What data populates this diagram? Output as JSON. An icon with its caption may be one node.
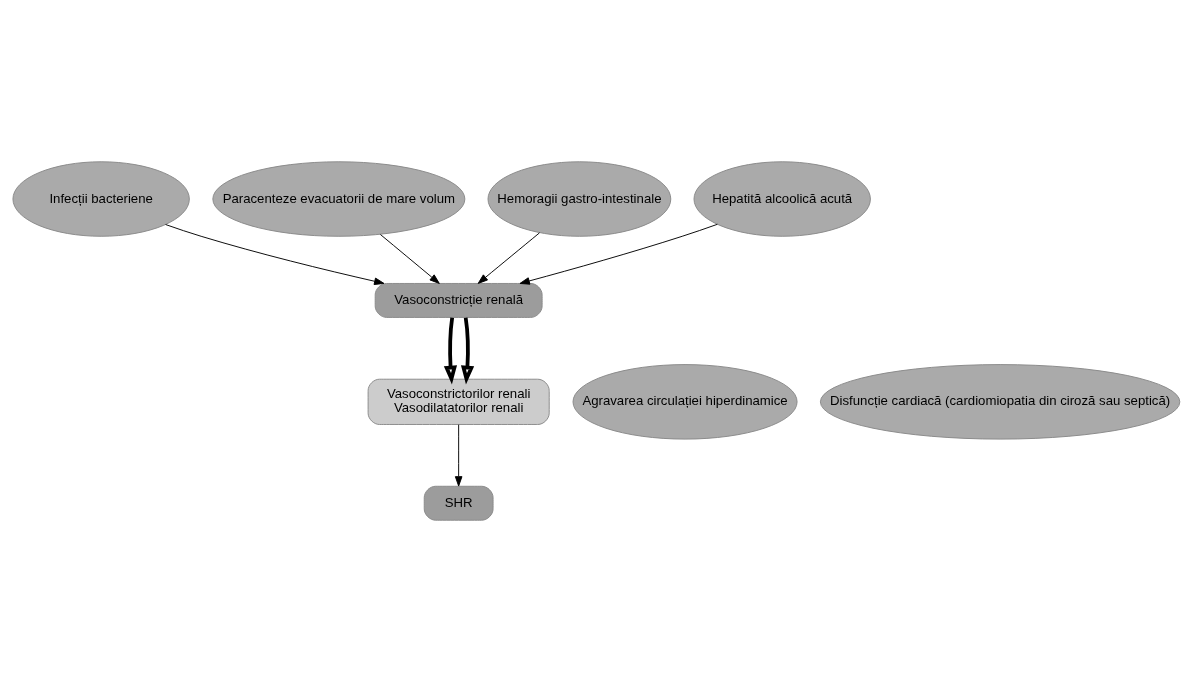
{
  "diagram": {
    "nodes": [
      {
        "text": [
          "Infecții bacteriene"
        ]
      },
      {
        "text": [
          "Paracenteze evacuatorii de mare volum"
        ]
      },
      {
        "text": [
          "Hemoragii gastro-intestinale"
        ]
      },
      {
        "text": [
          "Hepatită alcoolică acută"
        ]
      },
      {
        "text": [
          "Vasoconstricție renală"
        ]
      },
      {
        "text": [
          "Agravarea circulației hiperdinamice"
        ]
      },
      {
        "text": [
          "Disfuncție cardiacă (cardiomiopatia din ciroză sau septică)"
        ]
      },
      {
        "text": [
          "Vasoconstrictorilor renali",
          "Vasodilatatorilor renali"
        ]
      },
      {
        "text": [
          "SHR"
        ]
      }
    ],
    "edges": [
      {
        "from": 0,
        "to": 4,
        "arrow": "to"
      },
      {
        "from": 1,
        "to": 4,
        "arrow": "to"
      },
      {
        "from": 2,
        "to": 4,
        "arrow": "to"
      },
      {
        "from": 3,
        "to": 4,
        "arrow": "to"
      },
      {
        "from": 4,
        "to": 7,
        "arrow": "to",
        "style": "thick"
      },
      {
        "from": 4,
        "to": 7,
        "arrow": "to",
        "style": "thick"
      },
      {
        "from": 7,
        "to": 8,
        "arrow": "to"
      }
    ]
  }
}
